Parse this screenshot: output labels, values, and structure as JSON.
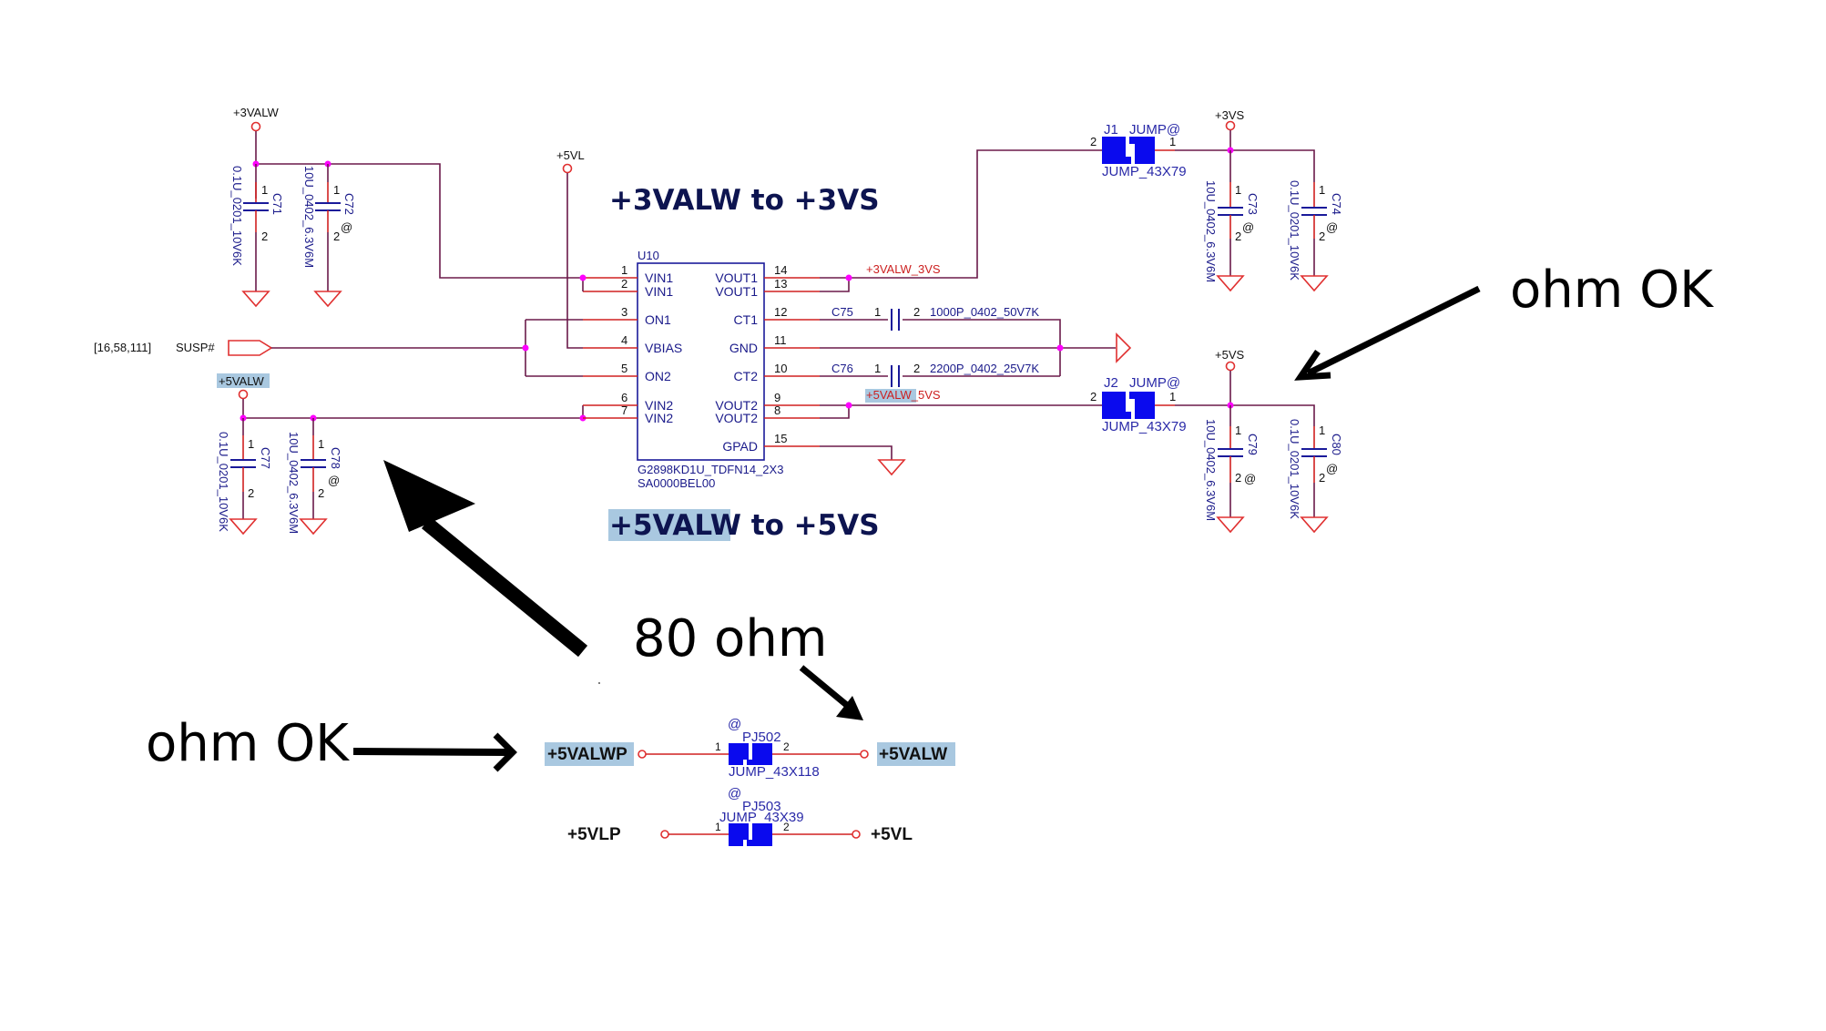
{
  "schematic": {
    "titles": {
      "top": "+3VALW to +3VS",
      "bottom_highlight": "+5VALW",
      "bottom_rest": " to +5VS"
    },
    "power_rails": {
      "p3valw": "+3VALW",
      "p5vl": "+5VL",
      "p3vs": "+3VS",
      "p5vs": "+5VS",
      "p5valw": "+5VALW"
    },
    "nets": {
      "out1": "+3VALW_3VS",
      "out2_highlight": "+5VALW",
      "out2_rest": "_5VS"
    },
    "susp": {
      "ref": "[16,58,111]",
      "name": "SUSP#"
    },
    "ic": {
      "ref": "U10",
      "part": "G2898KD1U_TDFN14_2X3",
      "code": "SA0000BEL00",
      "left_pins": [
        {
          "num": "1",
          "name": "VIN1"
        },
        {
          "num": "2",
          "name": "VIN1"
        },
        {
          "num": "3",
          "name": "ON1"
        },
        {
          "num": "4",
          "name": "VBIAS"
        },
        {
          "num": "5",
          "name": "ON2"
        },
        {
          "num": "6",
          "name": "VIN2"
        },
        {
          "num": "7",
          "name": "VIN2"
        }
      ],
      "right_pins": [
        {
          "num": "14",
          "name": "VOUT1"
        },
        {
          "num": "13",
          "name": "VOUT1"
        },
        {
          "num": "12",
          "name": "CT1"
        },
        {
          "num": "11",
          "name": "GND"
        },
        {
          "num": "10",
          "name": "CT2"
        },
        {
          "num": "9",
          "name": "VOUT2"
        },
        {
          "num": "8",
          "name": "VOUT2"
        },
        {
          "num": "15",
          "name": "GPAD"
        }
      ]
    },
    "capacitors": {
      "c71": {
        "ref": "C71",
        "value": "0.1U_0201_10V6K",
        "p1": "1",
        "p2": "2",
        "opt": ""
      },
      "c72": {
        "ref": "C72",
        "value": "10U_0402_6.3V6M",
        "p1": "1",
        "p2": "2",
        "opt": "@"
      },
      "c73": {
        "ref": "C73",
        "value": "10U_0402_6.3V6M",
        "p1": "1",
        "p2": "2",
        "opt": "@"
      },
      "c74": {
        "ref": "C74",
        "value": "0.1U_0201_10V6K",
        "p1": "1",
        "p2": "2",
        "opt": "@"
      },
      "c77": {
        "ref": "C77",
        "value": "0.1U_0201_10V6K",
        "p1": "1",
        "p2": "2",
        "opt": ""
      },
      "c78": {
        "ref": "C78",
        "value": "10U_0402_6.3V6M",
        "p1": "1",
        "p2": "2",
        "opt": "@"
      },
      "c79": {
        "ref": "C79",
        "value": "10U_0402_6.3V6M",
        "p1": "1",
        "p2": "2",
        "opt": "@"
      },
      "c80": {
        "ref": "C80",
        "value": "0.1U_0201_10V6K",
        "p1": "1",
        "p2": "2",
        "opt": "@"
      },
      "c75": {
        "ref": "C75",
        "value": "1000P_0402_50V7K",
        "p1": "1",
        "p2": "2"
      },
      "c76": {
        "ref": "C76",
        "value": "2200P_0402_25V7K",
        "p1": "1",
        "p2": "2"
      }
    },
    "jumpers": {
      "j1": {
        "ref": "J1",
        "opt": "JUMP@",
        "footprint": "JUMP_43X79",
        "pin_left": "2",
        "pin_right": "1"
      },
      "j2": {
        "ref": "J2",
        "opt": "JUMP@",
        "footprint": "JUMP_43X79",
        "pin_left": "2",
        "pin_right": "1"
      },
      "pj502": {
        "ref": "PJ502",
        "opt": "@",
        "footprint": "JUMP_43X118",
        "pin_left": "1",
        "pin_right": "2",
        "net_left": "+5VALWP",
        "net_right": "+5VALW"
      },
      "pj503": {
        "ref": "PJ503",
        "opt": "@",
        "footprint": "JUMP_43X39",
        "pin_left": "1",
        "pin_right": "2",
        "net_left": "+5VLP",
        "net_right": "+5VL"
      }
    }
  },
  "annotations": {
    "right_note": "ohm OK",
    "left_note": "ohm OK",
    "middle_note": "80 ohm"
  }
}
